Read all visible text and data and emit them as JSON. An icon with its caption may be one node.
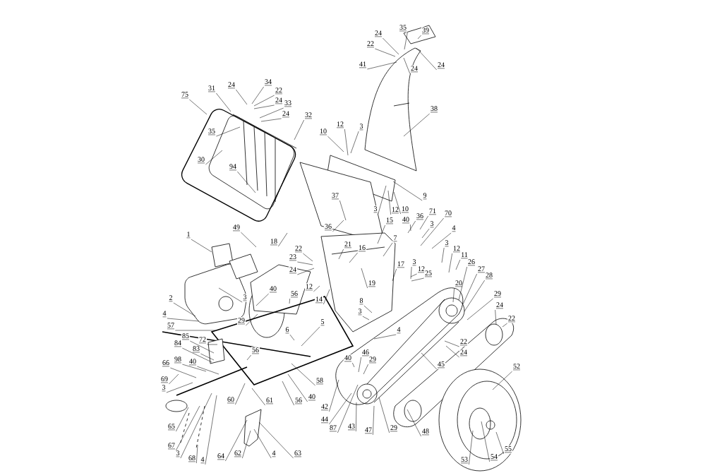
{
  "diagram": {
    "nodes": [
      {
        "text": [
          "39"
        ]
      },
      {
        "text": [
          "35"
        ]
      },
      {
        "text": [
          "24"
        ]
      },
      {
        "text": [
          "22"
        ]
      },
      {
        "text": [
          "41"
        ]
      },
      {
        "text": [
          "24"
        ]
      },
      {
        "text": [
          "24"
        ]
      },
      {
        "text": [
          "34"
        ]
      },
      {
        "text": [
          "24"
        ]
      },
      {
        "text": [
          "22"
        ]
      },
      {
        "text": [
          "31"
        ]
      },
      {
        "text": [
          "75"
        ]
      },
      {
        "text": [
          "24"
        ]
      },
      {
        "text": [
          "33"
        ]
      },
      {
        "text": [
          "24"
        ]
      },
      {
        "text": [
          "32"
        ]
      },
      {
        "text": [
          "38"
        ]
      },
      {
        "text": [
          "12"
        ]
      },
      {
        "text": [
          "3"
        ]
      },
      {
        "text": [
          "35"
        ]
      },
      {
        "text": [
          "10"
        ]
      },
      {
        "text": [
          "30"
        ]
      },
      {
        "text": [
          "94"
        ]
      },
      {
        "text": [
          "9"
        ]
      },
      {
        "text": [
          "37"
        ]
      },
      {
        "text": [
          "3"
        ]
      },
      {
        "text": [
          "12"
        ]
      },
      {
        "text": [
          "10"
        ]
      },
      {
        "text": [
          "71"
        ]
      },
      {
        "text": [
          "70"
        ]
      },
      {
        "text": [
          "36"
        ]
      },
      {
        "text": [
          "40"
        ]
      },
      {
        "text": [
          "15"
        ]
      },
      {
        "text": [
          "3"
        ]
      },
      {
        "text": [
          "36"
        ]
      },
      {
        "text": [
          "49"
        ]
      },
      {
        "text": [
          "4"
        ]
      },
      {
        "text": [
          "1"
        ]
      },
      {
        "text": [
          "7"
        ]
      },
      {
        "text": [
          "18"
        ]
      },
      {
        "text": [
          "3"
        ]
      },
      {
        "text": [
          "21"
        ]
      },
      {
        "text": [
          "16"
        ]
      },
      {
        "text": [
          "22"
        ]
      },
      {
        "text": [
          "12"
        ]
      },
      {
        "text": [
          "11"
        ]
      },
      {
        "text": [
          "23"
        ]
      },
      {
        "text": [
          "26"
        ]
      },
      {
        "text": [
          "3"
        ]
      },
      {
        "text": [
          "17"
        ]
      },
      {
        "text": [
          "27"
        ]
      },
      {
        "text": [
          "12"
        ]
      },
      {
        "text": [
          "24"
        ]
      },
      {
        "text": [
          "25"
        ]
      },
      {
        "text": [
          "28"
        ]
      },
      {
        "text": [
          "19"
        ]
      },
      {
        "text": [
          "20"
        ]
      },
      {
        "text": [
          "12"
        ]
      },
      {
        "text": [
          "40"
        ]
      },
      {
        "text": [
          "56"
        ]
      },
      {
        "text": [
          "29"
        ]
      },
      {
        "text": [
          "2"
        ]
      },
      {
        "text": [
          "14"
        ]
      },
      {
        "text": [
          "3"
        ]
      },
      {
        "text": [
          "8"
        ]
      },
      {
        "text": [
          "24"
        ]
      },
      {
        "text": [
          "3"
        ]
      },
      {
        "text": [
          "4"
        ]
      },
      {
        "text": [
          "22"
        ]
      },
      {
        "text": [
          "29"
        ]
      },
      {
        "text": [
          "5"
        ]
      },
      {
        "text": [
          "57"
        ]
      },
      {
        "text": [
          "6"
        ]
      },
      {
        "text": [
          "4"
        ]
      },
      {
        "text": [
          "85"
        ]
      },
      {
        "text": [
          "72"
        ]
      },
      {
        "text": [
          "22"
        ]
      },
      {
        "text": [
          "84"
        ]
      },
      {
        "text": [
          "83"
        ]
      },
      {
        "text": [
          "56"
        ]
      },
      {
        "text": [
          "24"
        ]
      },
      {
        "text": [
          "46"
        ]
      },
      {
        "text": [
          "40"
        ]
      },
      {
        "text": [
          "29"
        ]
      },
      {
        "text": [
          "98"
        ]
      },
      {
        "text": [
          "40"
        ]
      },
      {
        "text": [
          "66"
        ]
      },
      {
        "text": [
          "45"
        ]
      },
      {
        "text": [
          "52"
        ]
      },
      {
        "text": [
          "69"
        ]
      },
      {
        "text": [
          "58"
        ]
      },
      {
        "text": [
          "3"
        ]
      },
      {
        "text": [
          "40"
        ]
      },
      {
        "text": [
          "60"
        ]
      },
      {
        "text": [
          "56"
        ]
      },
      {
        "text": [
          "61"
        ]
      },
      {
        "text": [
          "42"
        ]
      },
      {
        "text": [
          "44"
        ]
      },
      {
        "text": [
          "65"
        ]
      },
      {
        "text": [
          "87"
        ]
      },
      {
        "text": [
          "43"
        ]
      },
      {
        "text": [
          "47"
        ]
      },
      {
        "text": [
          "29"
        ]
      },
      {
        "text": [
          "48"
        ]
      },
      {
        "text": [
          "67"
        ]
      },
      {
        "text": [
          "55"
        ]
      },
      {
        "text": [
          "3"
        ]
      },
      {
        "text": [
          "62"
        ]
      },
      {
        "text": [
          "4"
        ]
      },
      {
        "text": [
          "63"
        ]
      },
      {
        "text": [
          "64"
        ]
      },
      {
        "text": [
          "54"
        ]
      },
      {
        "text": [
          "53"
        ]
      },
      {
        "text": [
          "68"
        ]
      },
      {
        "text": [
          "4"
        ]
      }
    ],
    "edges": [
      {
        "from": 0,
        "to": null,
        "arrow": "none"
      },
      {
        "from": 1,
        "to": null,
        "arrow": "none"
      },
      {
        "from": 2,
        "to": null,
        "arrow": "none"
      },
      {
        "from": 3,
        "to": null,
        "arrow": "none"
      },
      {
        "from": 4,
        "to": null,
        "arrow": "none"
      },
      {
        "from": 5,
        "to": null,
        "arrow": "none"
      },
      {
        "from": 6,
        "to": null,
        "arrow": "none"
      },
      {
        "from": 7,
        "to": null,
        "arrow": "none"
      },
      {
        "from": 8,
        "to": null,
        "arrow": "none"
      },
      {
        "from": 9,
        "to": null,
        "arrow": "none"
      },
      {
        "from": 10,
        "to": null,
        "arrow": "none"
      },
      {
        "from": 11,
        "to": null,
        "arrow": "none"
      },
      {
        "from": 12,
        "to": null,
        "arrow": "none"
      },
      {
        "from": 13,
        "to": null,
        "arrow": "none"
      },
      {
        "from": 14,
        "to": null,
        "arrow": "none"
      },
      {
        "from": 15,
        "to": null,
        "arrow": "none"
      },
      {
        "from": 16,
        "to": null,
        "arrow": "none"
      },
      {
        "from": 17,
        "to": null,
        "arrow": "none"
      },
      {
        "from": 18,
        "to": null,
        "arrow": "none"
      },
      {
        "from": 19,
        "to": null,
        "arrow": "none"
      },
      {
        "from": 20,
        "to": null,
        "arrow": "none"
      },
      {
        "from": 21,
        "to": null,
        "arrow": "none"
      },
      {
        "from": 22,
        "to": null,
        "arrow": "none"
      },
      {
        "from": 23,
        "to": null,
        "arrow": "none"
      },
      {
        "from": 24,
        "to": null,
        "arrow": "none"
      },
      {
        "from": 25,
        "to": null,
        "arrow": "none"
      },
      {
        "from": 26,
        "to": null,
        "arrow": "none"
      },
      {
        "from": 27,
        "to": null,
        "arrow": "none"
      },
      {
        "from": 28,
        "to": null,
        "arrow": "none"
      },
      {
        "from": 29,
        "to": null,
        "arrow": "none"
      },
      {
        "from": 30,
        "to": null,
        "arrow": "none"
      },
      {
        "from": 31,
        "to": null,
        "arrow": "none"
      },
      {
        "from": 32,
        "to": null,
        "arrow": "none"
      },
      {
        "from": 33,
        "to": null,
        "arrow": "none"
      },
      {
        "from": 34,
        "to": null,
        "arrow": "none"
      },
      {
        "from": 35,
        "to": null,
        "arrow": "none"
      },
      {
        "from": 36,
        "to": null,
        "arrow": "none"
      },
      {
        "from": 37,
        "to": null,
        "arrow": "none"
      },
      {
        "from": 38,
        "to": null,
        "arrow": "none"
      },
      {
        "from": 39,
        "to": null,
        "arrow": "none"
      },
      {
        "from": 40,
        "to": null,
        "arrow": "none"
      },
      {
        "from": 41,
        "to": null,
        "arrow": "none"
      },
      {
        "from": 42,
        "to": null,
        "arrow": "none"
      },
      {
        "from": 43,
        "to": null,
        "arrow": "none"
      },
      {
        "from": 44,
        "to": null,
        "arrow": "none"
      },
      {
        "from": 45,
        "to": null,
        "arrow": "none"
      },
      {
        "from": 46,
        "to": null,
        "arrow": "none"
      },
      {
        "from": 47,
        "to": null,
        "arrow": "none"
      },
      {
        "from": 48,
        "to": null,
        "arrow": "none"
      },
      {
        "from": 49,
        "to": null,
        "arrow": "none"
      },
      {
        "from": 50,
        "to": null,
        "arrow": "none"
      },
      {
        "from": 51,
        "to": null,
        "arrow": "none"
      },
      {
        "from": 52,
        "to": null,
        "arrow": "none"
      },
      {
        "from": 53,
        "to": null,
        "arrow": "none"
      },
      {
        "from": 54,
        "to": null,
        "arrow": "none"
      },
      {
        "from": 55,
        "to": null,
        "arrow": "none"
      },
      {
        "from": 56,
        "to": null,
        "arrow": "none"
      },
      {
        "from": 57,
        "to": null,
        "arrow": "none"
      },
      {
        "from": 58,
        "to": null,
        "arrow": "none"
      },
      {
        "from": 59,
        "to": null,
        "arrow": "none"
      },
      {
        "from": 60,
        "to": null,
        "arrow": "none"
      },
      {
        "from": 61,
        "to": null,
        "arrow": "none"
      },
      {
        "from": 62,
        "to": null,
        "arrow": "none"
      },
      {
        "from": 63,
        "to": null,
        "arrow": "none"
      },
      {
        "from": 64,
        "to": null,
        "arrow": "none"
      },
      {
        "from": 65,
        "to": null,
        "arrow": "none"
      },
      {
        "from": 66,
        "to": null,
        "arrow": "none"
      },
      {
        "from": 67,
        "to": null,
        "arrow": "none"
      },
      {
        "from": 68,
        "to": null,
        "arrow": "none"
      },
      {
        "from": 69,
        "to": null,
        "arrow": "none"
      },
      {
        "from": 70,
        "to": null,
        "arrow": "none"
      },
      {
        "from": 71,
        "to": null,
        "arrow": "none"
      },
      {
        "from": 72,
        "to": null,
        "arrow": "none"
      },
      {
        "from": 73,
        "to": null,
        "arrow": "none"
      },
      {
        "from": 74,
        "to": null,
        "arrow": "none"
      },
      {
        "from": 75,
        "to": null,
        "arrow": "none"
      },
      {
        "from": 76,
        "to": null,
        "arrow": "none"
      },
      {
        "from": 77,
        "to": null,
        "arrow": "none"
      },
      {
        "from": 78,
        "to": null,
        "arrow": "none"
      },
      {
        "from": 79,
        "to": null,
        "arrow": "none"
      },
      {
        "from": 80,
        "to": null,
        "arrow": "none"
      },
      {
        "from": 81,
        "to": null,
        "arrow": "none"
      },
      {
        "from": 82,
        "to": null,
        "arrow": "none"
      },
      {
        "from": 83,
        "to": null,
        "arrow": "none"
      },
      {
        "from": 84,
        "to": null,
        "arrow": "none"
      },
      {
        "from": 85,
        "to": null,
        "arrow": "none"
      },
      {
        "from": 86,
        "to": null,
        "arrow": "none"
      },
      {
        "from": 87,
        "to": null,
        "arrow": "none"
      },
      {
        "from": 88,
        "to": null,
        "arrow": "none"
      },
      {
        "from": 89,
        "to": null,
        "arrow": "none"
      },
      {
        "from": 90,
        "to": null,
        "arrow": "none"
      },
      {
        "from": 91,
        "to": null,
        "arrow": "none"
      },
      {
        "from": 92,
        "to": null,
        "arrow": "none"
      },
      {
        "from": 93,
        "to": null,
        "arrow": "none"
      },
      {
        "from": 94,
        "to": null,
        "arrow": "none"
      },
      {
        "from": 95,
        "to": null,
        "arrow": "none"
      },
      {
        "from": 96,
        "to": null,
        "arrow": "none"
      },
      {
        "from": 97,
        "to": null,
        "arrow": "none"
      },
      {
        "from": 98,
        "to": null,
        "arrow": "none"
      },
      {
        "from": 99,
        "to": null,
        "arrow": "none"
      },
      {
        "from": 100,
        "to": null,
        "arrow": "none"
      },
      {
        "from": 101,
        "to": null,
        "arrow": "none"
      },
      {
        "from": 102,
        "to": null,
        "arrow": "none"
      },
      {
        "from": 103,
        "to": null,
        "arrow": "none"
      },
      {
        "from": 104,
        "to": null,
        "arrow": "none"
      },
      {
        "from": 105,
        "to": null,
        "arrow": "none"
      },
      {
        "from": 106,
        "to": null,
        "arrow": "none"
      },
      {
        "from": 107,
        "to": null,
        "arrow": "none"
      },
      {
        "from": 108,
        "to": null,
        "arrow": "none"
      },
      {
        "from": 109,
        "to": null,
        "arrow": "none"
      },
      {
        "from": 110,
        "to": null,
        "arrow": "none"
      },
      {
        "from": 111,
        "to": null,
        "arrow": "none"
      },
      {
        "from": 112,
        "to": null,
        "arrow": "none"
      },
      {
        "from": 113,
        "to": null,
        "arrow": "none"
      },
      {
        "from": 114,
        "to": null,
        "arrow": "none"
      }
    ]
  }
}
